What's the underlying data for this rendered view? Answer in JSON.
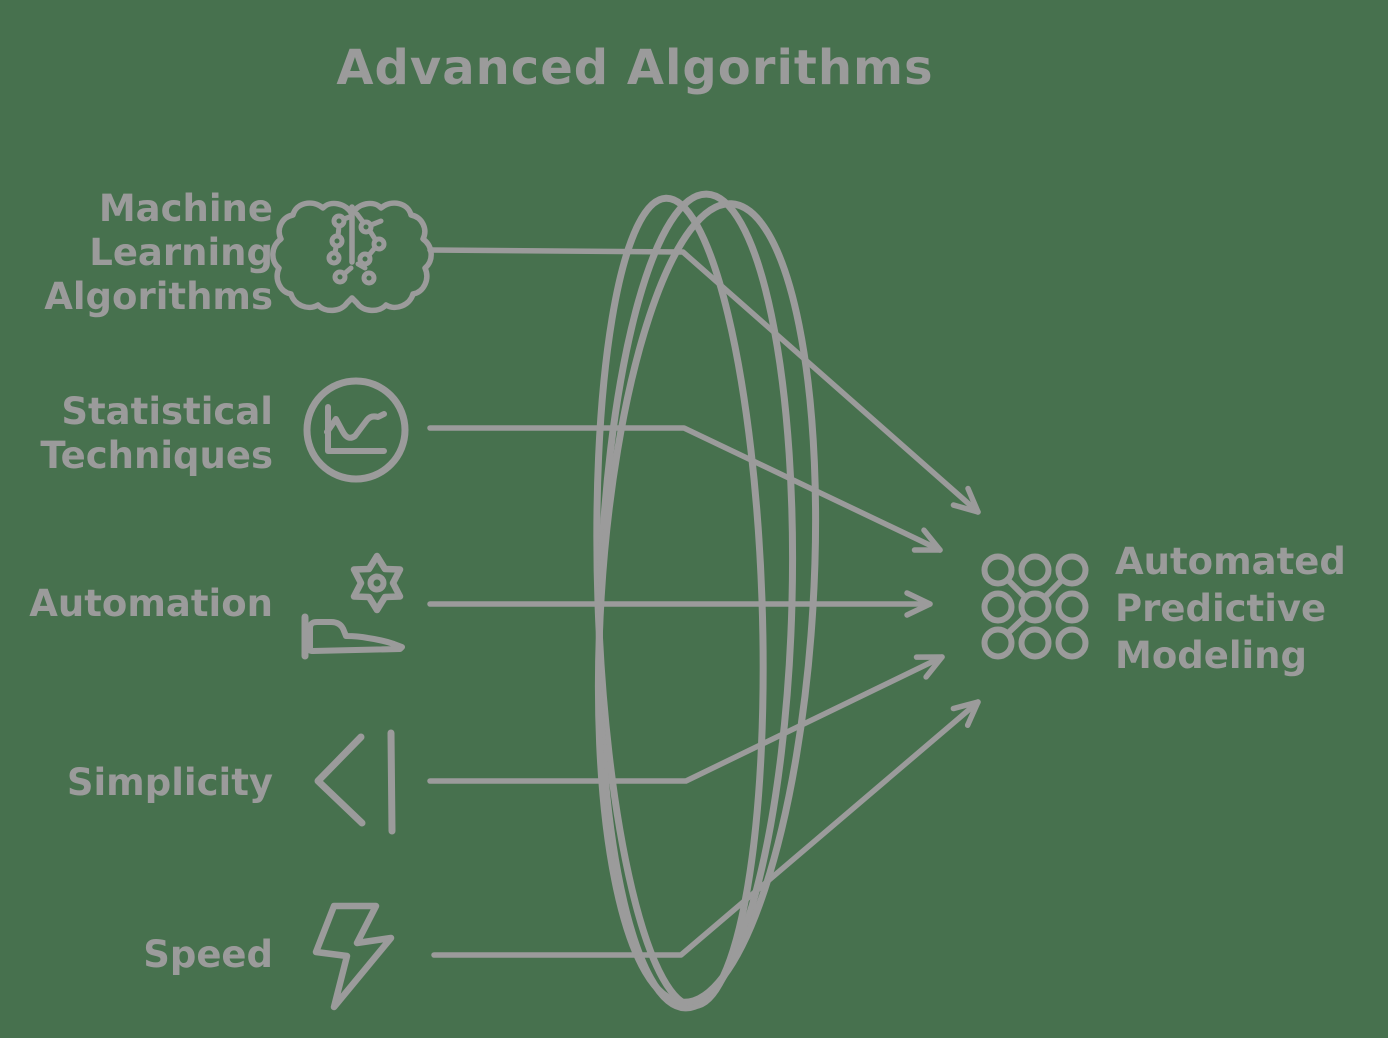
{
  "title": "Advanced Algorithms",
  "colors": {
    "background": "#47714E",
    "ink": "#9B9B9B"
  },
  "inputs": [
    {
      "id": "machine-learning-algorithms",
      "lines": [
        "Machine",
        "Learning",
        "Algorithms"
      ],
      "icon": "brain-circuit-icon"
    },
    {
      "id": "statistical-techniques",
      "lines": [
        "Statistical",
        "Techniques"
      ],
      "icon": "line-chart-circle-icon"
    },
    {
      "id": "automation",
      "lines": [
        "Automation"
      ],
      "icon": "gear-and-robot-arm-icon"
    },
    {
      "id": "simplicity",
      "lines": [
        "Simplicity"
      ],
      "icon": "chevron-left-bar-icon"
    },
    {
      "id": "speed",
      "lines": [
        "Speed"
      ],
      "icon": "lightning-bolt-icon"
    }
  ],
  "output": {
    "id": "automated-predictive-modeling",
    "lines": [
      "Automated",
      "Predictive",
      "Modeling"
    ],
    "icon": "network-nodes-grid-icon"
  }
}
